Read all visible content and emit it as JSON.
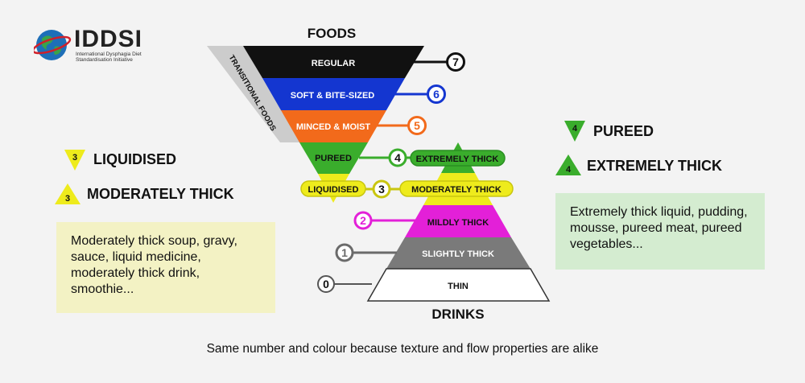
{
  "logo": {
    "name": "IDDSI",
    "subtitle_line1": "International Dysphagia Diet",
    "subtitle_line2": "Standardisation Initiative"
  },
  "headings": {
    "foods": "FOODS",
    "drinks": "DRINKS",
    "transitional": "TRANSITIONAL FOODS"
  },
  "foods_levels": [
    {
      "number": "7",
      "label": "REGULAR",
      "color": "#111111"
    },
    {
      "number": "6",
      "label": "SOFT & BITE-SIZED",
      "color": "#1436d0"
    },
    {
      "number": "5",
      "label": "MINCED & MOIST",
      "color": "#f26a1b"
    },
    {
      "number": "4",
      "label": "PUREED",
      "color": "#3aad2c"
    },
    {
      "number": "3",
      "label": "LIQUIDISED",
      "color": "#eeeb1c"
    }
  ],
  "drinks_levels": [
    {
      "number": "4",
      "label": "EXTREMELY THICK",
      "color": "#3aad2c"
    },
    {
      "number": "3",
      "label": "MODERATELY THICK",
      "color": "#eeeb1c"
    },
    {
      "number": "2",
      "label": "MILDLY THICK",
      "color": "#e320d8"
    },
    {
      "number": "1",
      "label": "SLIGHTLY THICK",
      "color": "#7a7a7a"
    },
    {
      "number": "0",
      "label": "THIN",
      "color": "#ffffff"
    }
  ],
  "left_panel": {
    "item1": {
      "number": "3",
      "label": "LIQUIDISED",
      "color": "#eeeb1c"
    },
    "item2": {
      "number": "3",
      "label": "MODERATELY THICK",
      "color": "#eeeb1c"
    },
    "description": "Moderately thick soup, gravy, sauce, liquid medicine, moderately thick drink, smoothie..."
  },
  "right_panel": {
    "item1": {
      "number": "4",
      "label": "PUREED",
      "color": "#3aad2c"
    },
    "item2": {
      "number": "4",
      "label": "EXTREMELY THICK",
      "color": "#3aad2c"
    },
    "description": "Extremely thick liquid, pudding, mousse, pureed meat, pureed vegetables..."
  },
  "caption": "Same number and colour because texture and flow properties are alike"
}
